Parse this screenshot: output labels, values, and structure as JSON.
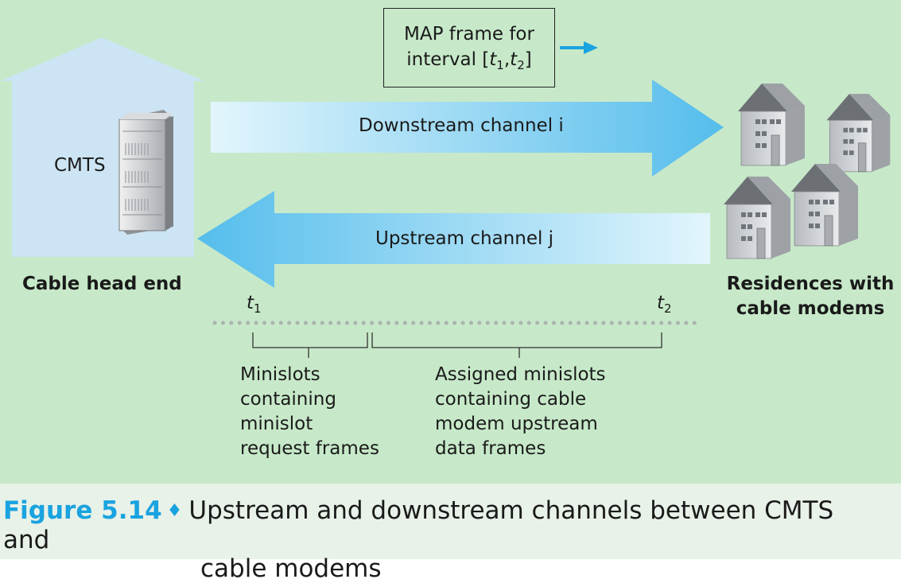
{
  "cmts_label": "CMTS",
  "head_end_label": "Cable head end",
  "residences_label_line1": "Residences with",
  "residences_label_line2": "cable modems",
  "map_frame_line1": "MAP frame for",
  "map_frame_line2_prefix": "interval [",
  "map_frame_t1": "t",
  "map_frame_t1_sub": "1",
  "map_frame_comma": ",",
  "map_frame_t2": "t",
  "map_frame_t2_sub": "2",
  "map_frame_suffix": "]",
  "downstream_label": "Downstream channel i",
  "upstream_label": "Upstream channel j",
  "time_t1": "t",
  "time_t1_sub": "1",
  "time_t2": "t",
  "time_t2_sub": "2",
  "minislots_lines": [
    "Minislots",
    "containing",
    "minislot",
    "request frames"
  ],
  "assigned_lines": [
    "Assigned minislots",
    "containing cable",
    "modem upstream",
    "data frames"
  ],
  "caption_label": "Figure 5.14",
  "caption_text_line1": "Upstream and downstream channels between CMTS and",
  "caption_text_line2": "cable modems",
  "colors": {
    "background": "#c7e9c9",
    "arrow_strong": "#5cc0ee",
    "arrow_light": "#dff3fb",
    "caption_accent": "#1aa3e0"
  }
}
